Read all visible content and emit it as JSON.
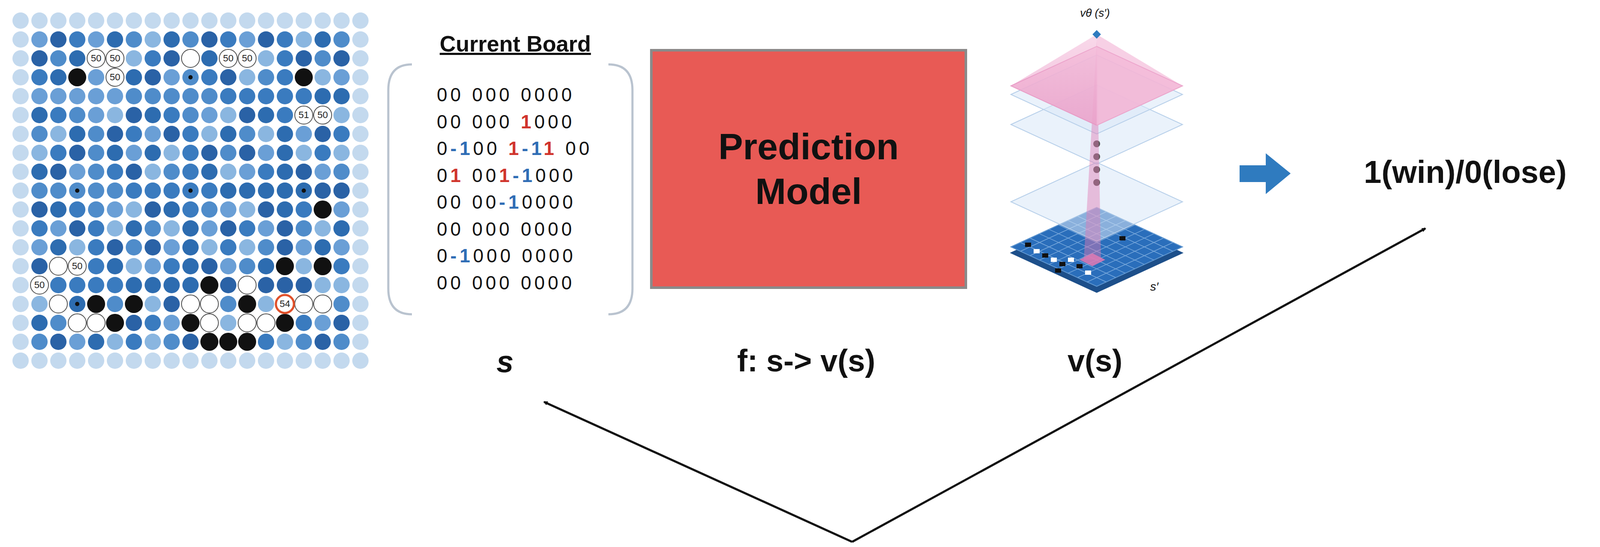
{
  "diagram": {
    "nodes": [
      {
        "text": [
          "Prediction Model"
        ]
      }
    ],
    "labels": [
      "50",
      "50",
      "50",
      "50",
      "50",
      "51",
      "50",
      "50",
      "50",
      "54",
      "Current Board",
      "00 000 0000",
      "00 000 1000",
      "0-100 1-11 00",
      "01 001-1000",
      "00 00-10000",
      "00 000 0000",
      "0-1000 0000",
      "00 000 0000",
      "vθ (s′)",
      "s′",
      "1(win)/0(lose)",
      "s",
      "f: s-> v(s)",
      "v(s)"
    ]
  }
}
